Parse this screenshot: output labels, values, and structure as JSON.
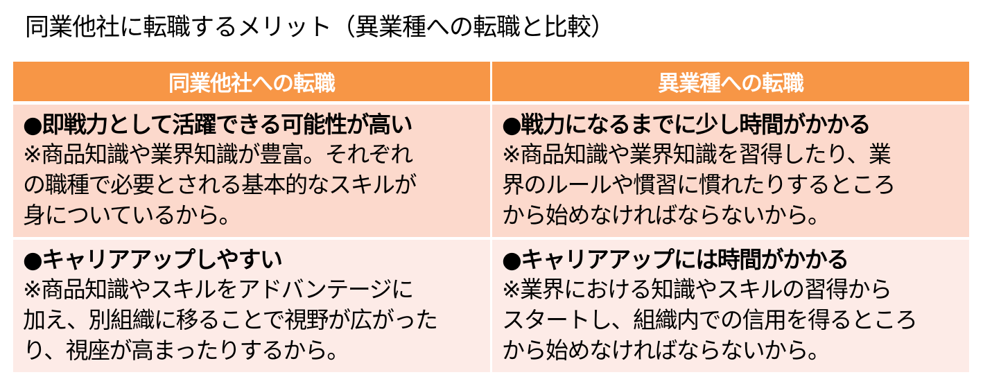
{
  "title": "同業他社に転職するメリット（異業種への転職と比較）",
  "colors": {
    "header": "#F79646",
    "row1": "#FCD9CC",
    "row2": "#FDEBE7",
    "header_text": "#FFFFFF"
  },
  "table": {
    "headers": [
      "同業他社への転職",
      "異業種への転職"
    ],
    "rows": [
      {
        "cells": [
          {
            "heading": "●即戦力として活躍できる可能性が高い",
            "lines": [
              "※商品知識や業界知識が豊富。それぞれ",
              "の職種で必要とされる基本的なスキルが",
              "身についているから。"
            ]
          },
          {
            "heading": "●戦力になるまでに少し時間がかかる",
            "lines": [
              "※商品知識や業界知識を習得したり、業",
              "界のルールや慣習に慣れたりするところ",
              "から始めなければならないから。"
            ]
          }
        ]
      },
      {
        "cells": [
          {
            "heading": "●キャリアアップしやすい",
            "lines": [
              "※商品知識やスキルをアドバンテージに",
              "加え、別組織に移ることで視野が広がった",
              "り、視座が高まったりするから。"
            ]
          },
          {
            "heading": "●キャリアアップには時間がかかる",
            "lines": [
              "※業界における知識やスキルの習得から",
              "スタートし、組織内での信用を得るところ",
              "から始めなければならないから。"
            ]
          }
        ]
      }
    ]
  }
}
